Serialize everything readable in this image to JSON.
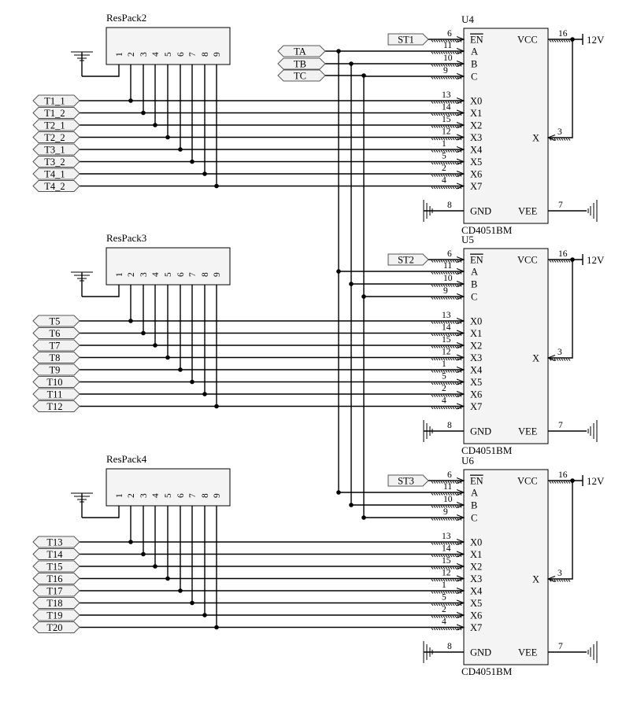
{
  "respacks": [
    {
      "name": "ResPack2",
      "pins": [
        "1",
        "2",
        "3",
        "4",
        "5",
        "6",
        "7",
        "8",
        "9"
      ],
      "ports": [
        "T1_1",
        "T1_2",
        "T2_1",
        "T2_2",
        "T3_1",
        "T3_2",
        "T4_1",
        "T4_2"
      ]
    },
    {
      "name": "ResPack3",
      "pins": [
        "1",
        "2",
        "3",
        "4",
        "5",
        "6",
        "7",
        "8",
        "9"
      ],
      "ports": [
        "T5",
        "T6",
        "T7",
        "T8",
        "T9",
        "T10",
        "T11",
        "T12"
      ]
    },
    {
      "name": "ResPack4",
      "pins": [
        "1",
        "2",
        "3",
        "4",
        "5",
        "6",
        "7",
        "8",
        "9"
      ],
      "ports": [
        "T13",
        "T14",
        "T15",
        "T16",
        "T17",
        "T18",
        "T19",
        "T20"
      ]
    }
  ],
  "select_ports": [
    "TA",
    "TB",
    "TC"
  ],
  "muxes": [
    {
      "ref": "U4",
      "part": "CD4051BM",
      "enable_port": "ST1",
      "supply": "12V"
    },
    {
      "ref": "U5",
      "part": "CD4051BM",
      "enable_port": "ST2",
      "supply": "12V"
    },
    {
      "ref": "U6",
      "part": "CD4051BM",
      "enable_port": "ST3",
      "supply": "12V"
    }
  ],
  "mux_pins": {
    "en": {
      "label": "EN",
      "num": "6"
    },
    "a": {
      "label": "A",
      "num": "11"
    },
    "b": {
      "label": "B",
      "num": "10"
    },
    "c": {
      "label": "C",
      "num": "9"
    },
    "inputs": [
      {
        "label": "X0",
        "num": "13"
      },
      {
        "label": "X1",
        "num": "14"
      },
      {
        "label": "X2",
        "num": "15"
      },
      {
        "label": "X3",
        "num": "12"
      },
      {
        "label": "X4",
        "num": "1"
      },
      {
        "label": "X5",
        "num": "5"
      },
      {
        "label": "X6",
        "num": "2"
      },
      {
        "label": "X7",
        "num": "4"
      }
    ],
    "gnd": {
      "label": "GND",
      "num": "8"
    },
    "vcc": {
      "label": "VCC",
      "num": "16"
    },
    "vee": {
      "label": "VEE",
      "num": "7"
    },
    "out": {
      "label": "X",
      "num": "3"
    }
  },
  "colors": {
    "wire": "#000000",
    "part_fill": "#f4f4f4",
    "port_fill": "#f2f2f2"
  }
}
